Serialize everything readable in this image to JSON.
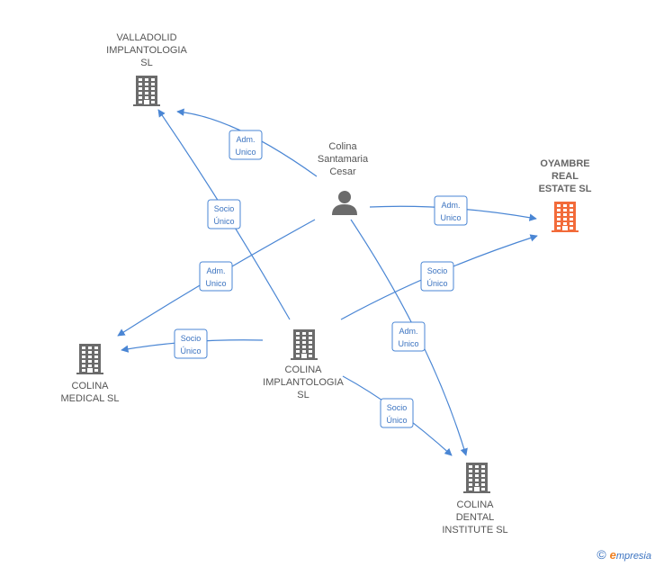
{
  "nodes": [
    {
      "id": "valladolid",
      "type": "company",
      "label_lines": [
        "VALLADOLID",
        "IMPLANTOLOGIA",
        "SL"
      ],
      "color": "#6b6b6b"
    },
    {
      "id": "colina_cesar",
      "type": "person",
      "label_lines": [
        "Colina",
        "Santamaria",
        "Cesar"
      ],
      "color": "#6b6b6b"
    },
    {
      "id": "oyambre",
      "type": "company",
      "label_lines": [
        "OYAMBRE",
        "REAL",
        "ESTATE  SL"
      ],
      "color": "#f26b3a",
      "highlight": true
    },
    {
      "id": "colina_medical",
      "type": "company",
      "label_lines": [
        "COLINA",
        "MEDICAL  SL"
      ],
      "color": "#6b6b6b"
    },
    {
      "id": "colina_implantologia",
      "type": "company",
      "label_lines": [
        "COLINA",
        "IMPLANTOLOGIA",
        "SL"
      ],
      "color": "#6b6b6b"
    },
    {
      "id": "colina_dental",
      "type": "company",
      "label_lines": [
        "COLINA",
        "DENTAL",
        "INSTITUTE  SL"
      ],
      "color": "#6b6b6b"
    }
  ],
  "edges": [
    {
      "id": "e1",
      "from": "colina_cesar",
      "to": "valladolid",
      "label_lines": [
        "Adm.",
        "Unico"
      ]
    },
    {
      "id": "e2",
      "from": "colina_implantologia",
      "to": "valladolid",
      "label_lines": [
        "Socio",
        "Único"
      ]
    },
    {
      "id": "e3",
      "from": "colina_cesar",
      "to": "oyambre",
      "label_lines": [
        "Adm.",
        "Unico"
      ]
    },
    {
      "id": "e4",
      "from": "colina_cesar",
      "to": "colina_medical",
      "label_lines": [
        "Adm.",
        "Unico"
      ]
    },
    {
      "id": "e5",
      "from": "colina_implantologia",
      "to": "oyambre",
      "label_lines": [
        "Socio",
        "Único"
      ]
    },
    {
      "id": "e6",
      "from": "colina_implantologia",
      "to": "colina_medical",
      "label_lines": [
        "Socio",
        "Único"
      ]
    },
    {
      "id": "e7",
      "from": "colina_cesar",
      "to": "colina_dental",
      "label_lines": [
        "Adm.",
        "Unico"
      ]
    },
    {
      "id": "e8",
      "from": "colina_implantologia",
      "to": "colina_dental",
      "label_lines": [
        "Socio",
        "Único"
      ]
    }
  ],
  "colors": {
    "edge": "#4a86d4",
    "node_default": "#6b6b6b",
    "node_highlight": "#f26b3a",
    "brand_e": "#f08020"
  },
  "footer": {
    "copyright": "©",
    "brand_initial": "e",
    "brand_rest": "mpresia"
  }
}
